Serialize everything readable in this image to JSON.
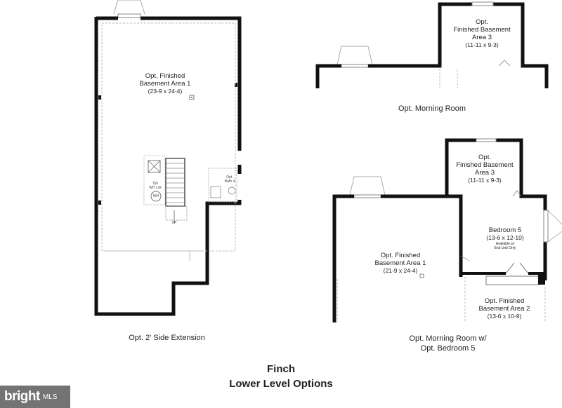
{
  "plan_left": {
    "room1": {
      "name_line1": "Opt. Finished",
      "name_line2": "Basement Area 1",
      "dims": "(23-9 x 24-4)"
    },
    "tyh_label": "Tyh",
    "wh_lok_label": "WH Lok",
    "wh_label": "WH",
    "opt_bath_line1": "Opt.",
    "opt_bath_line2": "Bath 4",
    "up_label": "UP",
    "caption": "Opt. 2' Side Extension"
  },
  "plan_top_right": {
    "room3": {
      "name_line1": "Opt.",
      "name_line2": "Finished Basement",
      "name_line3": "Area 3",
      "dims": "(11-11 x 9-3)"
    },
    "caption": "Opt. Morning Room"
  },
  "plan_bottom_right": {
    "room3": {
      "name_line1": "Opt.",
      "name_line2": "Finished Basement",
      "name_line3": "Area 3",
      "dims": "(11-11 x 9-3)"
    },
    "bedroom5": {
      "name": "Bedroom 5",
      "dims": "(13-6 x 12-10)",
      "note_line1": "Available w/",
      "note_line2": "End Unit Only"
    },
    "room1": {
      "name_line1": "Opt. Finished",
      "name_line2": "Basement Area 1",
      "dims": "(21-9 x 24-4)"
    },
    "room2": {
      "name_line1": "Opt. Finished",
      "name_line2": "Basement Area 2",
      "dims": "(13-6 x 10-9)"
    },
    "caption_line1": "Opt. Morning Room w/",
    "caption_line2": "Opt. Bedroom 5"
  },
  "footer": {
    "title_line1": "Finch",
    "title_line2": "Lower Level Options"
  },
  "watermark": {
    "brand": "bright",
    "suffix": "MLS"
  },
  "colors": {
    "wall": "#111111",
    "dashed": "#bbbbbb",
    "text": "#222222"
  }
}
